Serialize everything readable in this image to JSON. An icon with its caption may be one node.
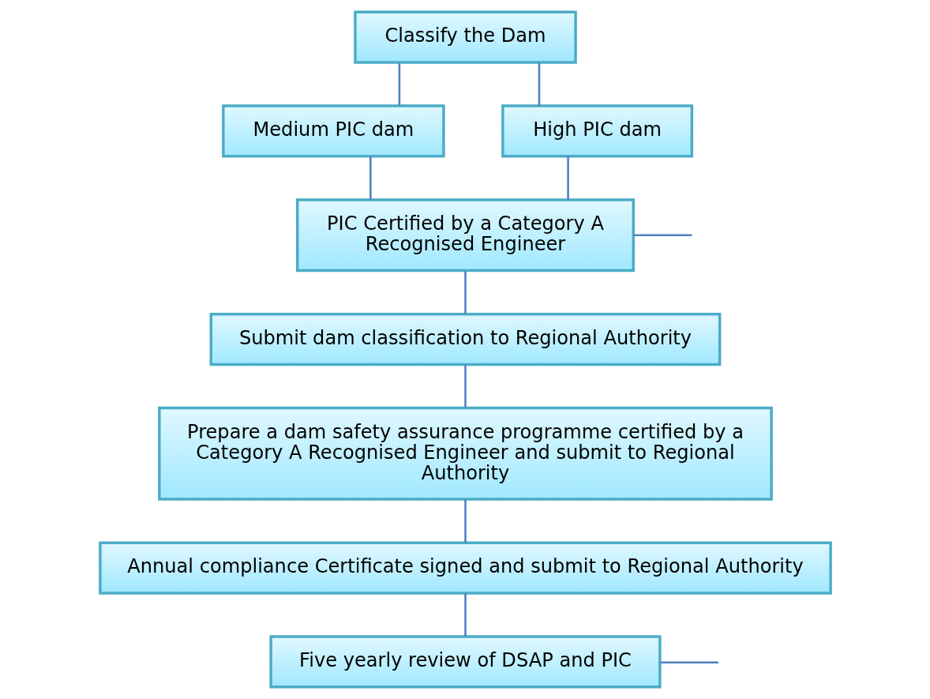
{
  "diagram": {
    "nodes": [
      {
        "text": [
          "Classify the Dam"
        ]
      },
      {
        "text": [
          "Medium PIC dam"
        ]
      },
      {
        "text": [
          "High PIC dam"
        ]
      },
      {
        "text": [
          "PIC Certified by a Category A Recognised Engineer"
        ]
      },
      {
        "text": [
          "Submit dam classification to Regional Authority"
        ]
      },
      {
        "text": [
          "Prepare a dam safety assurance programme certified by a Category A Recognised Engineer and submit to Regional Authority"
        ]
      },
      {
        "text": [
          "Annual compliance Certificate signed and submit to Regional Authority"
        ]
      },
      {
        "text": [
          "Five yearly review of DSAP and PIC"
        ]
      }
    ],
    "edges": [
      {
        "from": 0,
        "to": 1,
        "arrow": "none"
      },
      {
        "from": 0,
        "to": 2,
        "arrow": "none"
      },
      {
        "from": 1,
        "to": 3,
        "arrow": "none"
      },
      {
        "from": 2,
        "to": 3,
        "arrow": "none"
      },
      {
        "from": 3,
        "to": null,
        "arrow": "none"
      },
      {
        "from": 3,
        "to": 4,
        "arrow": "none"
      },
      {
        "from": 4,
        "to": 5,
        "arrow": "none"
      },
      {
        "from": 5,
        "to": 6,
        "arrow": "none"
      },
      {
        "from": 6,
        "to": 7,
        "arrow": "none"
      },
      {
        "from": 7,
        "to": null,
        "arrow": "none"
      }
    ]
  }
}
